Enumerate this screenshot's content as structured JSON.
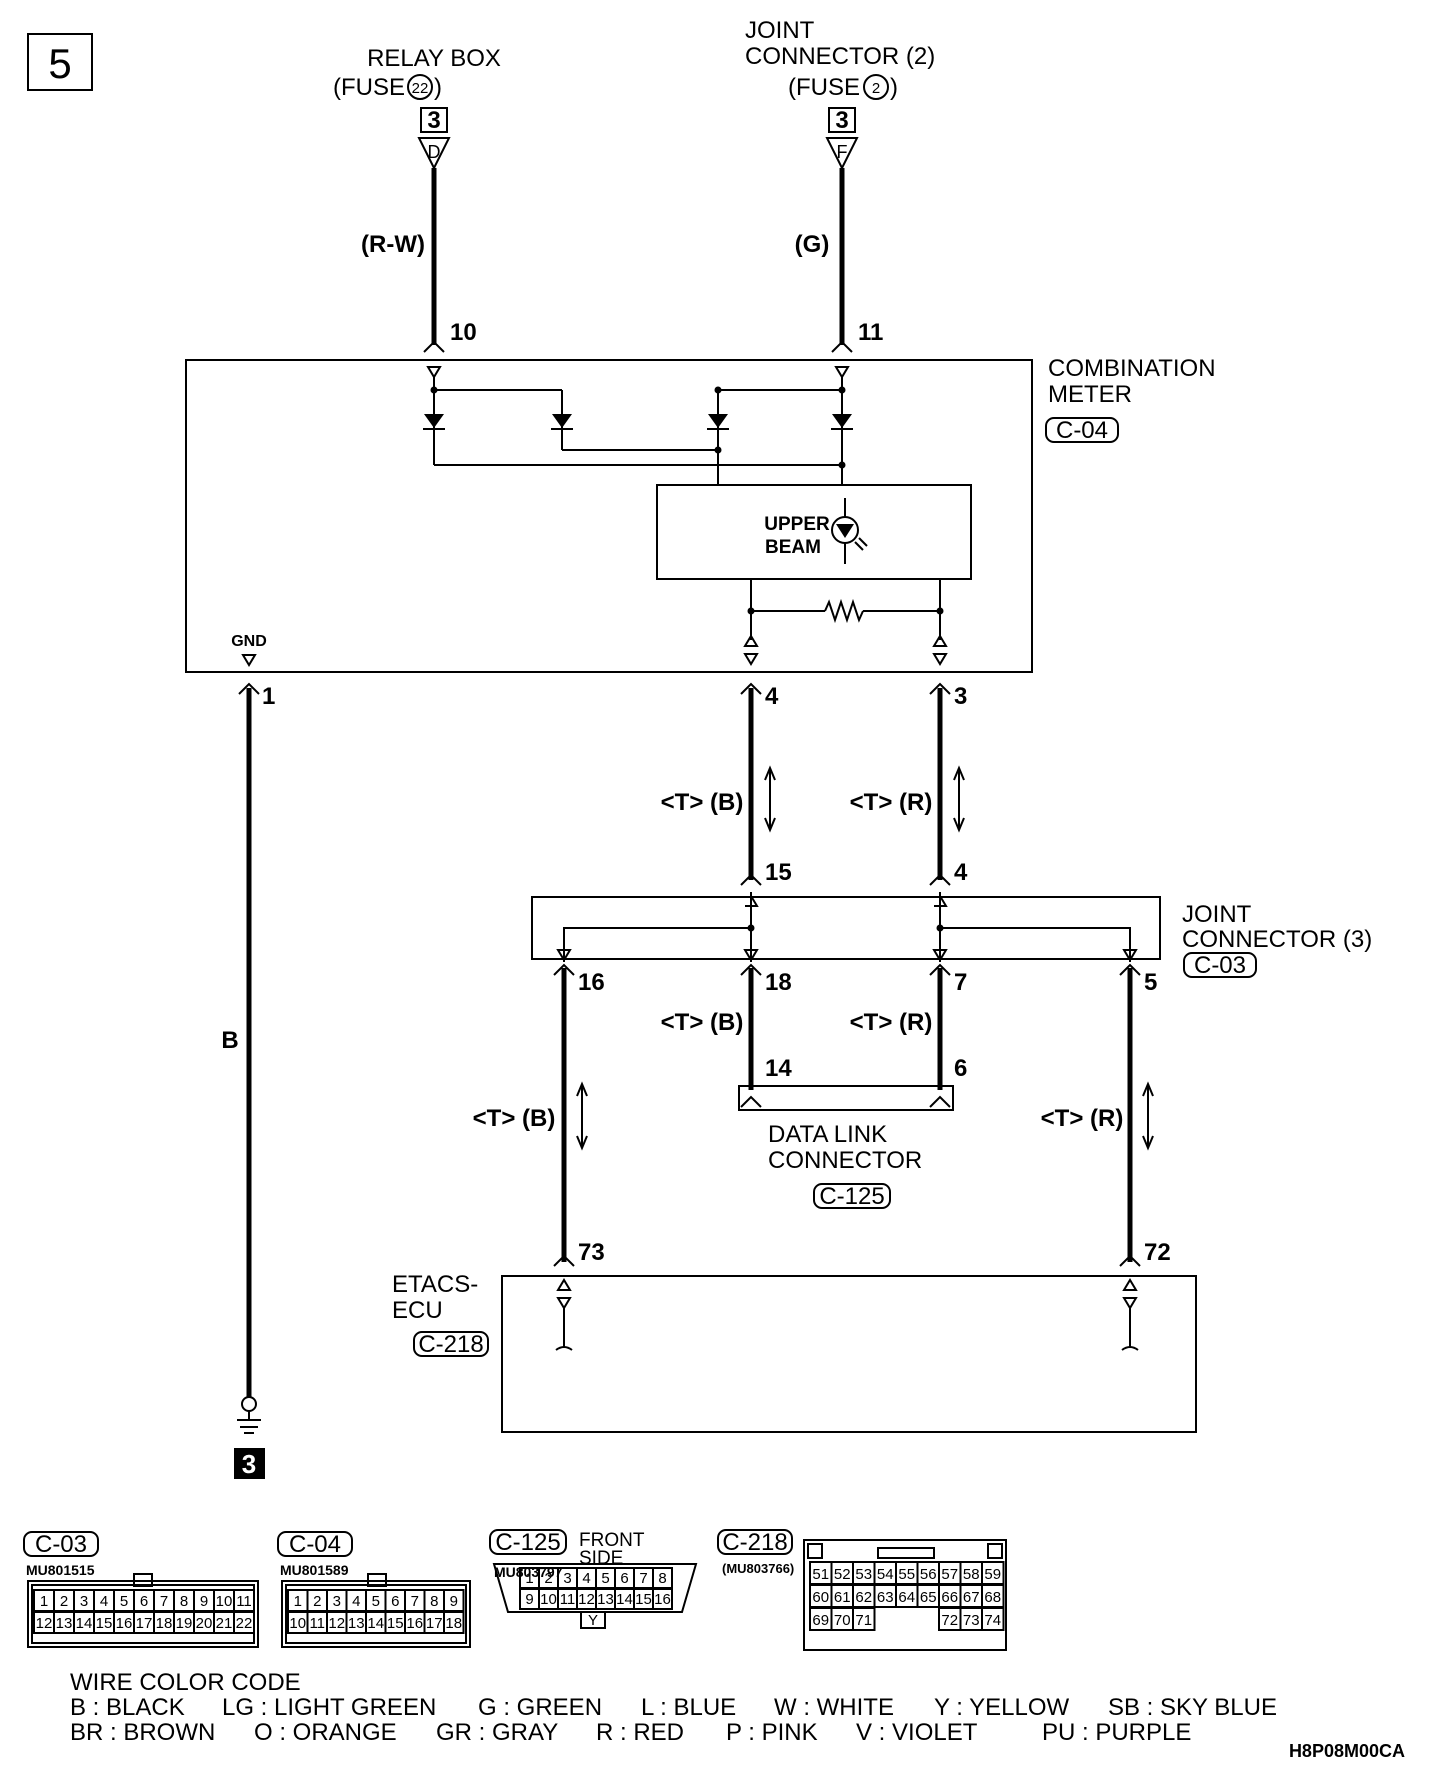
{
  "page_number": "5",
  "relay_box": {
    "line1": "RELAY BOX",
    "line2": "(FUSE",
    "fuse_no": "22",
    "line2_end": ")",
    "ref_no": "3",
    "ref_letter": "D"
  },
  "joint_connector_2": {
    "line1": "JOINT",
    "line2": "CONNECTOR (2)",
    "line3": "(FUSE",
    "fuse_no": "2",
    "line3_end": ")",
    "ref_no": "3",
    "ref_letter": "F"
  },
  "combination_meter": {
    "line1": "COMBINATION",
    "line2": "METER",
    "connector": "C-04",
    "upper_beam_1": "UPPER",
    "upper_beam_2": "BEAM",
    "gnd": "GND"
  },
  "joint_connector_3": {
    "line1": "JOINT",
    "line2": "CONNECTOR (3)",
    "connector": "C-03"
  },
  "data_link_connector": {
    "line1": "DATA LINK",
    "line2": "CONNECTOR",
    "connector": "C-125"
  },
  "etacs_ecu": {
    "line1": "ETACS-",
    "line2": "ECU",
    "connector": "C-218"
  },
  "wires": {
    "rw": "(R-W)",
    "g": "(G)",
    "b_gnd": "B",
    "tb": "<T> (B)",
    "tr": "<T> (R)"
  },
  "pins": {
    "p10": "10",
    "p11": "11",
    "p1": "1",
    "p4": "4",
    "p3": "3",
    "p15": "15",
    "p4b": "4",
    "p16": "16",
    "p18": "18",
    "p7": "7",
    "p5": "5",
    "p14": "14",
    "p6": "6",
    "p73": "73",
    "p72": "72"
  },
  "ground_ref": "3",
  "connectors": {
    "c03": {
      "name": "C-03",
      "part": "MU801515",
      "row1": [
        "1",
        "2",
        "3",
        "4",
        "5",
        "6",
        "7",
        "8",
        "9",
        "10",
        "11"
      ],
      "row2": [
        "12",
        "13",
        "14",
        "15",
        "16",
        "17",
        "18",
        "19",
        "20",
        "21",
        "22"
      ]
    },
    "c04": {
      "name": "C-04",
      "part": "MU801589",
      "row1": [
        "1",
        "2",
        "3",
        "4",
        "5",
        "6",
        "7",
        "8",
        "9"
      ],
      "row2": [
        "10",
        "11",
        "12",
        "13",
        "14",
        "15",
        "16",
        "17",
        "18"
      ]
    },
    "c125": {
      "name": "C-125",
      "part": "MU803797",
      "side1": "FRONT",
      "side2": "SIDE",
      "row1": [
        "1",
        "2",
        "3",
        "4",
        "5",
        "6",
        "7",
        "8"
      ],
      "row2": [
        "9",
        "10",
        "11",
        "12",
        "13",
        "14",
        "15",
        "16"
      ],
      "key": "Y"
    },
    "c218": {
      "name": "C-218",
      "part": "(MU803766)",
      "row1": [
        "51",
        "52",
        "53",
        "54",
        "55",
        "56",
        "57",
        "58",
        "59"
      ],
      "row2": [
        "60",
        "61",
        "62",
        "63",
        "64",
        "65",
        "66",
        "67",
        "68"
      ],
      "row3": [
        "69",
        "70",
        "71",
        "",
        "",
        "",
        "72",
        "73",
        "74"
      ]
    }
  },
  "legend": {
    "title": "WIRE COLOR CODE",
    "line1": [
      "B : BLACK",
      "LG : LIGHT GREEN",
      "G : GREEN",
      "L : BLUE",
      "W : WHITE",
      "Y : YELLOW",
      "SB : SKY BLUE"
    ],
    "line2": [
      "BR : BROWN",
      "O : ORANGE",
      "GR : GRAY",
      "R : RED",
      "P : PINK",
      "V : VIOLET",
      "PU : PURPLE"
    ]
  },
  "doc_code": "H8P08M00CA"
}
